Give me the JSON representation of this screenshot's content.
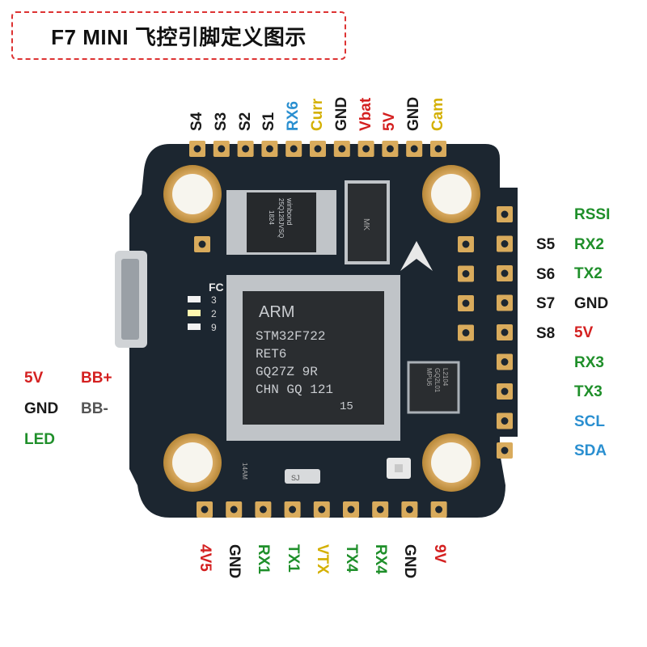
{
  "title": "F7 MINI 飞控引脚定义图示",
  "colors": {
    "red": "#d42020",
    "green": "#1f8f2a",
    "black": "#1a1a1a",
    "blue": "#2a8fd0",
    "yellow": "#d4b000",
    "gray": "#555555"
  },
  "top_pins": [
    {
      "label": "S4",
      "color": "black"
    },
    {
      "label": "S3",
      "color": "black"
    },
    {
      "label": "S2",
      "color": "black"
    },
    {
      "label": "S1",
      "color": "black"
    },
    {
      "label": "RX6",
      "color": "blue"
    },
    {
      "label": "Curr",
      "color": "yellow"
    },
    {
      "label": "GND",
      "color": "black"
    },
    {
      "label": "Vbat",
      "color": "red"
    },
    {
      "label": "5V",
      "color": "red"
    },
    {
      "label": "GND",
      "color": "black"
    },
    {
      "label": "Cam",
      "color": "yellow"
    }
  ],
  "right_pins": [
    {
      "label": "RSSI",
      "color": "green"
    },
    {
      "label": "RX2",
      "color": "green"
    },
    {
      "label": "TX2",
      "color": "green"
    },
    {
      "label": "GND",
      "color": "black"
    },
    {
      "label": "5V",
      "color": "red"
    },
    {
      "label": "RX3",
      "color": "green"
    },
    {
      "label": "TX3",
      "color": "green"
    },
    {
      "label": "SCL",
      "color": "blue"
    },
    {
      "label": "SDA",
      "color": "blue"
    }
  ],
  "right_inner_pins": [
    {
      "label": "S5",
      "color": "black"
    },
    {
      "label": "S6",
      "color": "black"
    },
    {
      "label": "S7",
      "color": "black"
    },
    {
      "label": "S8",
      "color": "black"
    }
  ],
  "bottom_pins": [
    {
      "label": "4V5",
      "color": "red"
    },
    {
      "label": "GND",
      "color": "black"
    },
    {
      "label": "RX1",
      "color": "green"
    },
    {
      "label": "TX1",
      "color": "green"
    },
    {
      "label": "VTX",
      "color": "yellow"
    },
    {
      "label": "TX4",
      "color": "green"
    },
    {
      "label": "RX4",
      "color": "green"
    },
    {
      "label": "GND",
      "color": "black"
    },
    {
      "label": "9V",
      "color": "red"
    }
  ],
  "left_pins": [
    {
      "label": "5V",
      "color": "red"
    },
    {
      "label": "GND",
      "color": "black"
    },
    {
      "label": "LED",
      "color": "green"
    }
  ],
  "left_inner_pins": [
    {
      "label": "BB+",
      "color": "red"
    },
    {
      "label": "BB-",
      "color": "gray"
    }
  ],
  "chips": {
    "mcu_lines": [
      "ARM",
      "STM32F722",
      "RET6",
      "GQ27Z 9R",
      "CHN GQ 121",
      "15"
    ],
    "flash_lines": [
      "winbond",
      "25Q128JVSQ",
      "1824"
    ],
    "diode": "MK",
    "imu_lines": [
      "MPU6",
      "GQ2L01",
      "L2104"
    ],
    "crystal": "SJ",
    "fc_label": "FC",
    "led_numbers": [
      "3",
      "2",
      "9"
    ],
    "marking": "14AM"
  }
}
